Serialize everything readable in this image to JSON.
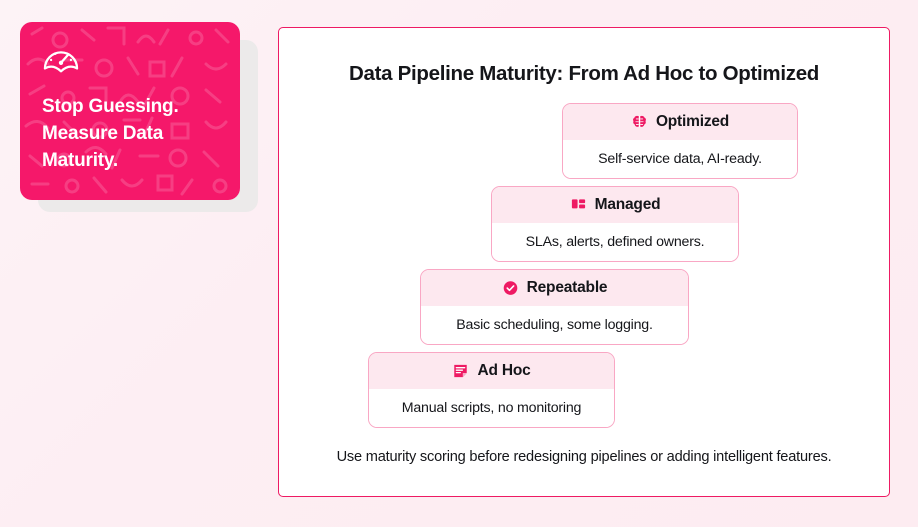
{
  "promo": {
    "icon": "gauge-icon",
    "heading": "Stop Guessing.\nMeasure Data\nMaturity.",
    "bg_color": "#f5186a",
    "text_color": "#ffffff"
  },
  "panel": {
    "title": "Data Pipeline Maturity: From Ad Hoc to Optimized",
    "border_color": "#ee1a63",
    "footer": "Use maturity scoring before redesigning pipelines or adding intelligent features.",
    "accent_color": "#ee1a63",
    "head_bg": "#fde8ef",
    "levels": [
      {
        "label": "Optimized",
        "description": "Self-service data, AI-ready.",
        "icon": "brain-icon"
      },
      {
        "label": "Managed",
        "description": "SLAs, alerts, defined owners.",
        "icon": "dashboard-layout-icon"
      },
      {
        "label": "Repeatable",
        "description": "Basic scheduling, some logging.",
        "icon": "check-circle-icon"
      },
      {
        "label": "Ad Hoc",
        "description": "Manual scripts, no monitoring",
        "icon": "document-lines-icon"
      }
    ]
  },
  "background": {
    "gradient_from": "#fdf3f6",
    "gradient_to": "#fdecf1"
  }
}
